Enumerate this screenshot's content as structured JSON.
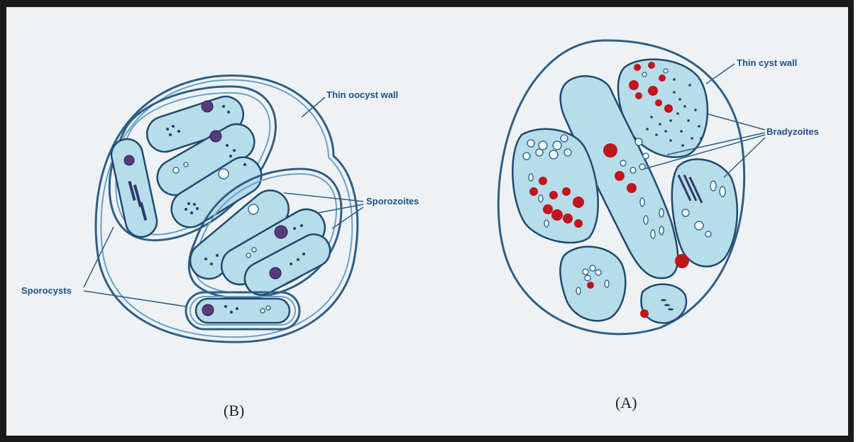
{
  "figure": {
    "panel_b": {
      "caption": "(B)",
      "labels": {
        "wall": "Thin oocyst wall",
        "sporozoites": "Sporozoites",
        "sporocysts": "Sporocysts"
      }
    },
    "panel_a": {
      "caption": "(A)",
      "labels": {
        "wall": "Thin cyst wall",
        "bradyzoites": "Bradyzoites"
      }
    },
    "colors": {
      "outline": "#2f5f86",
      "cytoplasm": "#b7dcea",
      "red_granule": "#c0151b",
      "nucleus": "#5a3a7a"
    }
  }
}
